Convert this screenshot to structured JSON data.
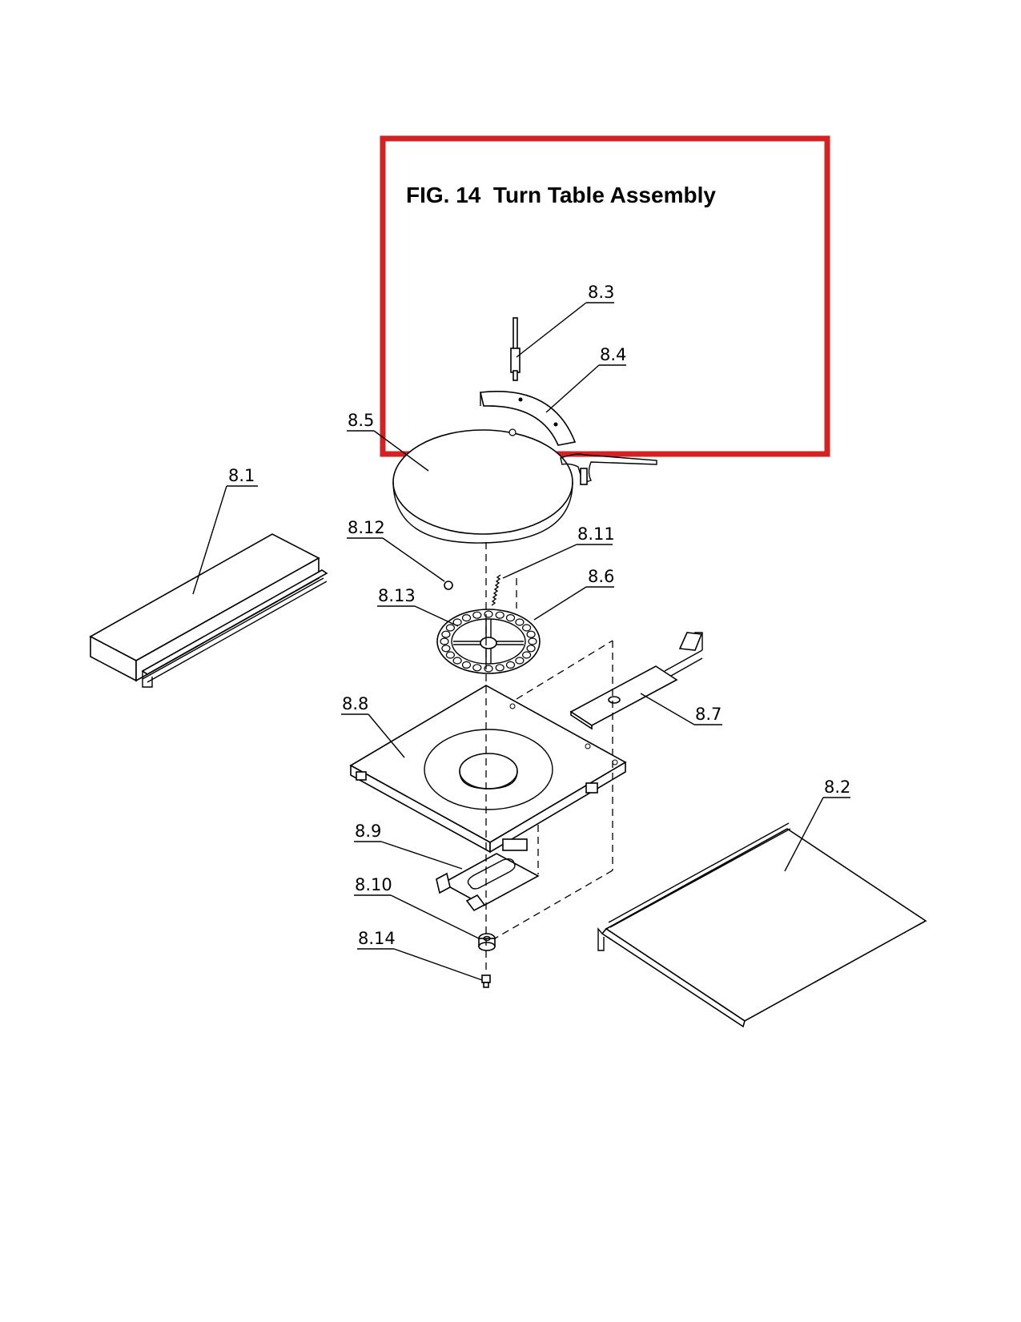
{
  "figure": {
    "title": "FIG. 14  Turn Table Assembly",
    "highlight_color": "#d42121"
  },
  "callouts": [
    {
      "id": "8.1",
      "label": "8.1"
    },
    {
      "id": "8.2",
      "label": "8.2"
    },
    {
      "id": "8.3",
      "label": "8.3"
    },
    {
      "id": "8.4",
      "label": "8.4"
    },
    {
      "id": "8.5",
      "label": "8.5"
    },
    {
      "id": "8.6",
      "label": "8.6"
    },
    {
      "id": "8.7",
      "label": "8.7"
    },
    {
      "id": "8.8",
      "label": "8.8"
    },
    {
      "id": "8.9",
      "label": "8.9"
    },
    {
      "id": "8.10",
      "label": "8.10"
    },
    {
      "id": "8.11",
      "label": "8.11"
    },
    {
      "id": "8.12",
      "label": "8.12"
    },
    {
      "id": "8.13",
      "label": "8.13"
    },
    {
      "id": "8.14",
      "label": "8.14"
    }
  ]
}
